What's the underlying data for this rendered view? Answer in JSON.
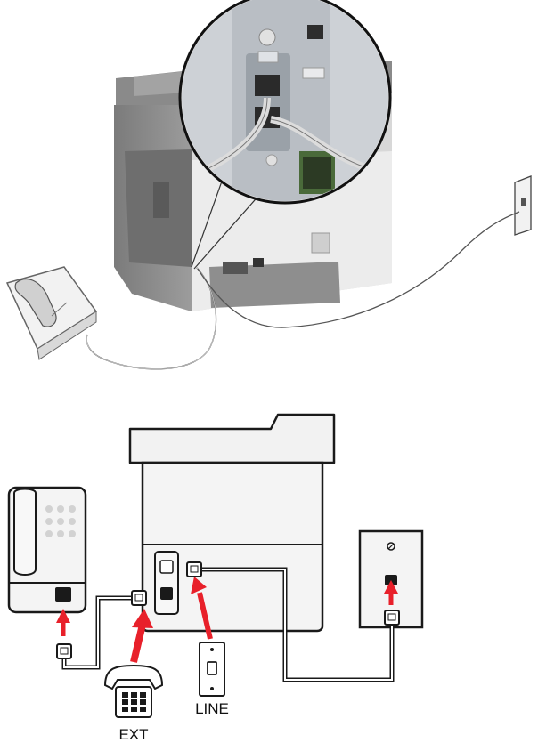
{
  "labels": {
    "line": "LINE",
    "ext": "EXT"
  },
  "colors": {
    "arrow": "#e8202a",
    "outline": "#1a1a1a",
    "device_fill": "#eeeeee",
    "printer_body": "#8e8e8e",
    "printer_body_dark": "#6f6f6f",
    "panel": "#c7ccd2",
    "cable": "#9a9a9a"
  },
  "icons": [
    "printer-photo",
    "callout-magnifier",
    "wall-jack-photo",
    "telephone-photo",
    "printer-outline",
    "telephone-outline",
    "wall-jack-outline",
    "phone-plug-icon",
    "line-jack-icon",
    "ext-telephone-icon",
    "red-arrow-icon"
  ]
}
